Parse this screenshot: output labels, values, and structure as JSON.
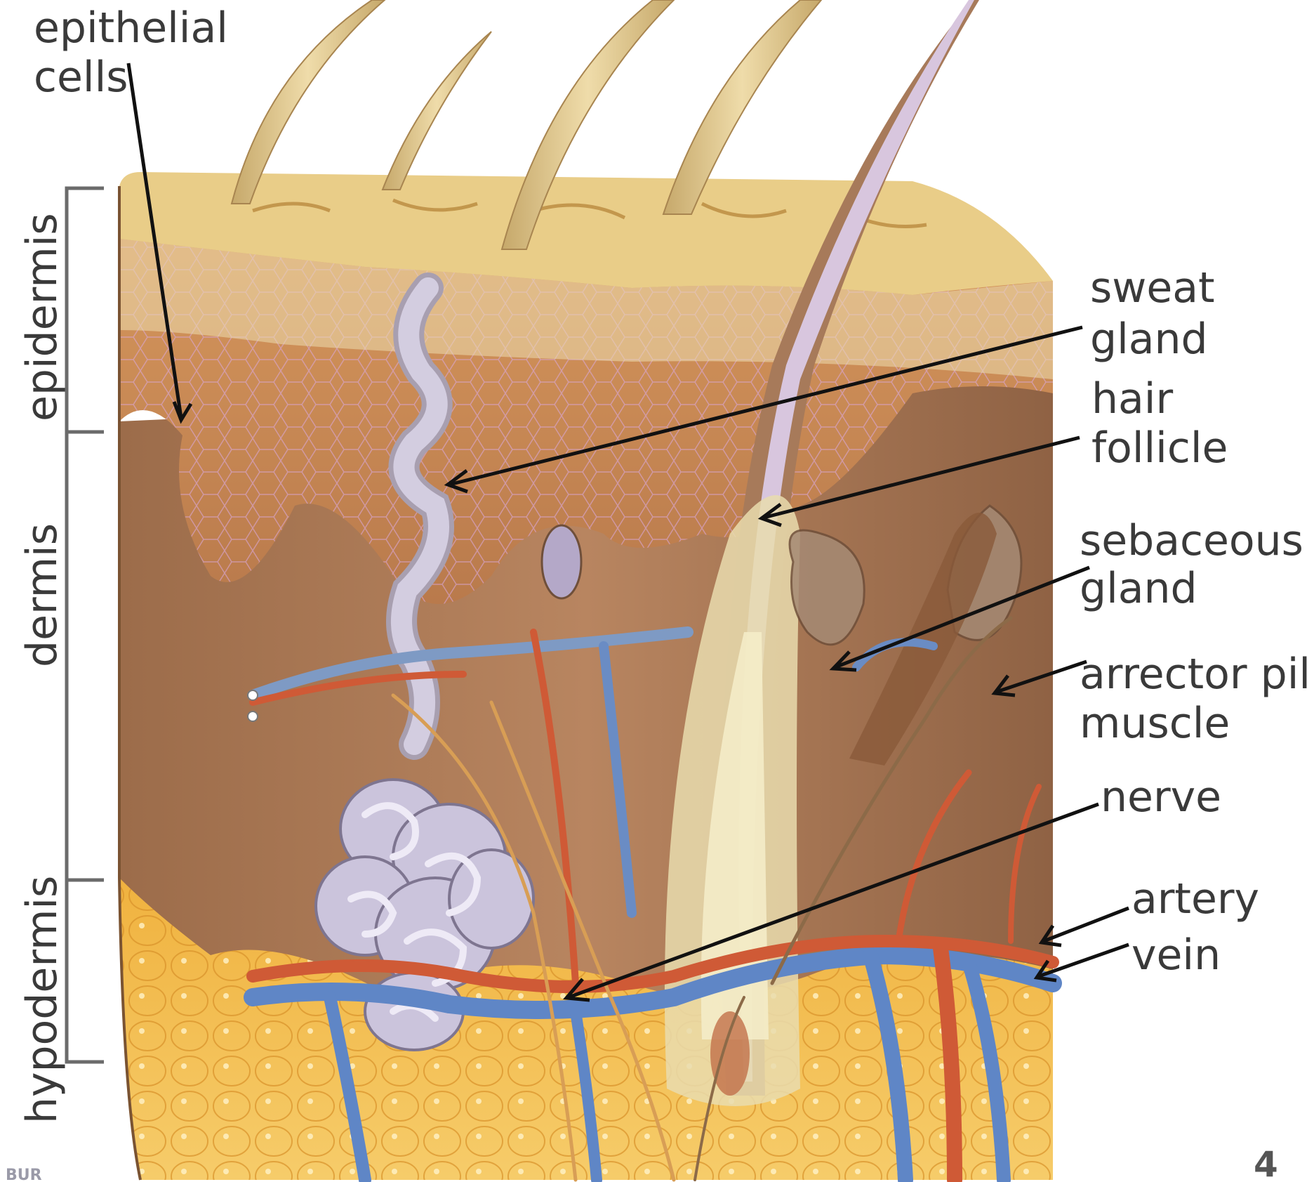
{
  "diagram": {
    "labels": {
      "epithelial_cells": [
        "epithelial",
        "cells"
      ],
      "sweat_gland": [
        "sweat",
        "gland"
      ],
      "hair_follicle": [
        "hair",
        "follicle"
      ],
      "sebaceous_gland": [
        "sebaceous",
        "gland"
      ],
      "arrector_pili_muscle": [
        "arrector pili",
        "muscle"
      ],
      "nerve": "nerve",
      "artery": "artery",
      "vein": "vein"
    },
    "layers": {
      "epidermis": "epidermis",
      "dermis": "dermis",
      "hypodermis": "hypodermis"
    },
    "page_number": "4",
    "credit": "BUR"
  },
  "colors": {
    "surface": "#e7c782",
    "epidermis": "#c98b55",
    "dermis": "#a9744c",
    "hypodermis": "#eeb443",
    "artery": "#cf5a36",
    "vein": "#5f86c6",
    "gland": "#c8c2d4",
    "hair": "#e3cc93",
    "text": "#3a3a3a"
  }
}
